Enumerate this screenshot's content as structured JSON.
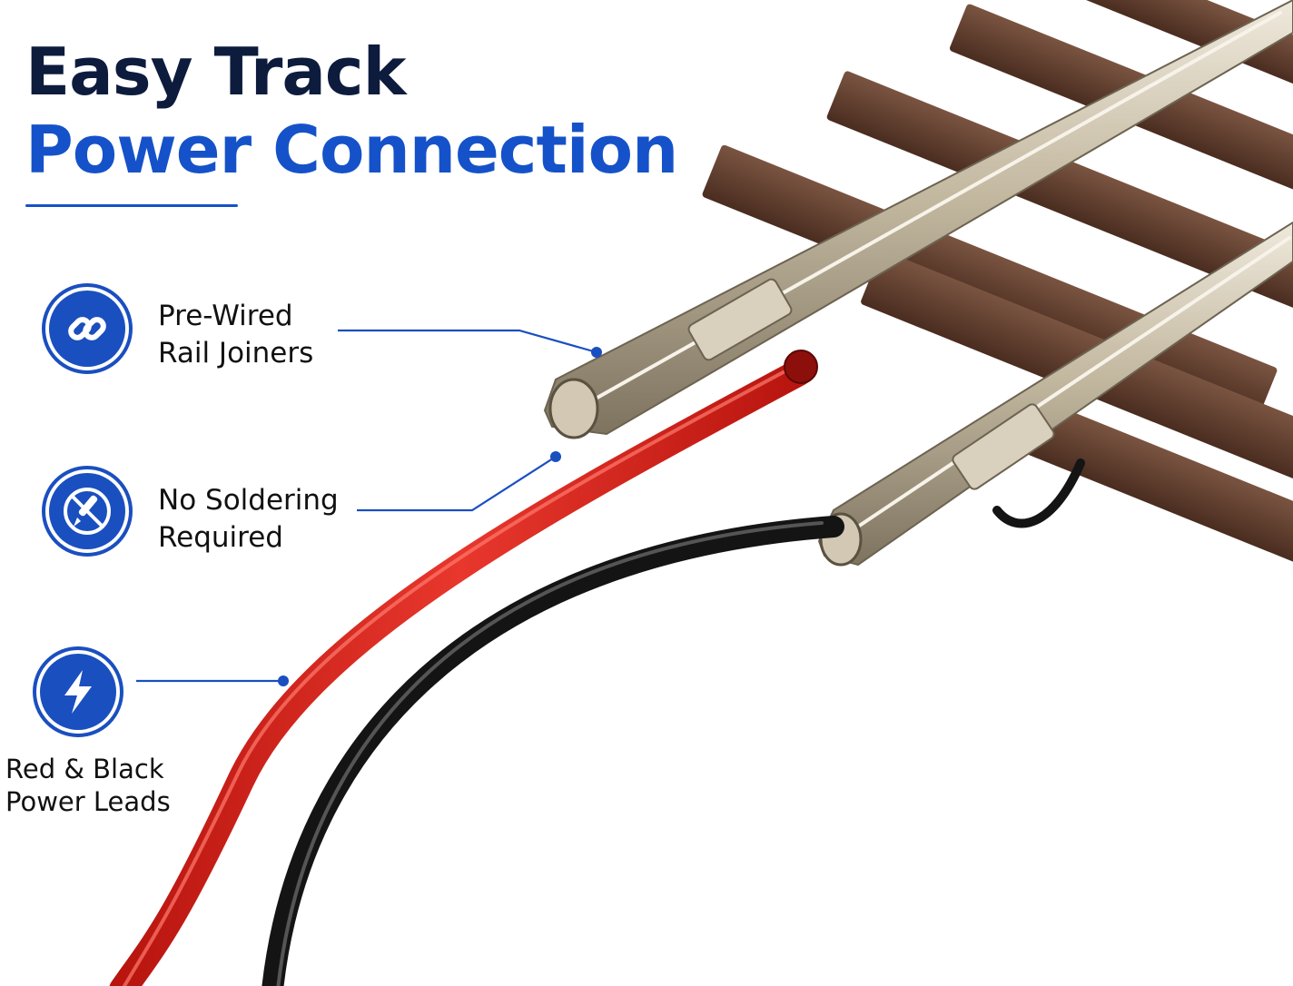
{
  "headline": {
    "line_1": "Easy Track",
    "line_2": "Power Connection"
  },
  "features": [
    {
      "line_1": "Pre-Wired",
      "line_2": "Rail Joiners",
      "icon": "link-chain-icon"
    },
    {
      "line_1": "No Soldering",
      "line_2": "Required",
      "icon": "no-soldering-iron-icon"
    },
    {
      "line_1": "Red & Black",
      "line_2": "Power Leads",
      "icon": "lightning-bolt-icon"
    }
  ],
  "colors": {
    "navy": "#0d1b3d",
    "brand_blue": "#1552c9",
    "icon_ring": "#1a4fc0",
    "tie_brown": "#5a3a2a",
    "rail_silver": "#b8ad96",
    "red_wire": "#d8231d",
    "black_wire": "#141414"
  }
}
